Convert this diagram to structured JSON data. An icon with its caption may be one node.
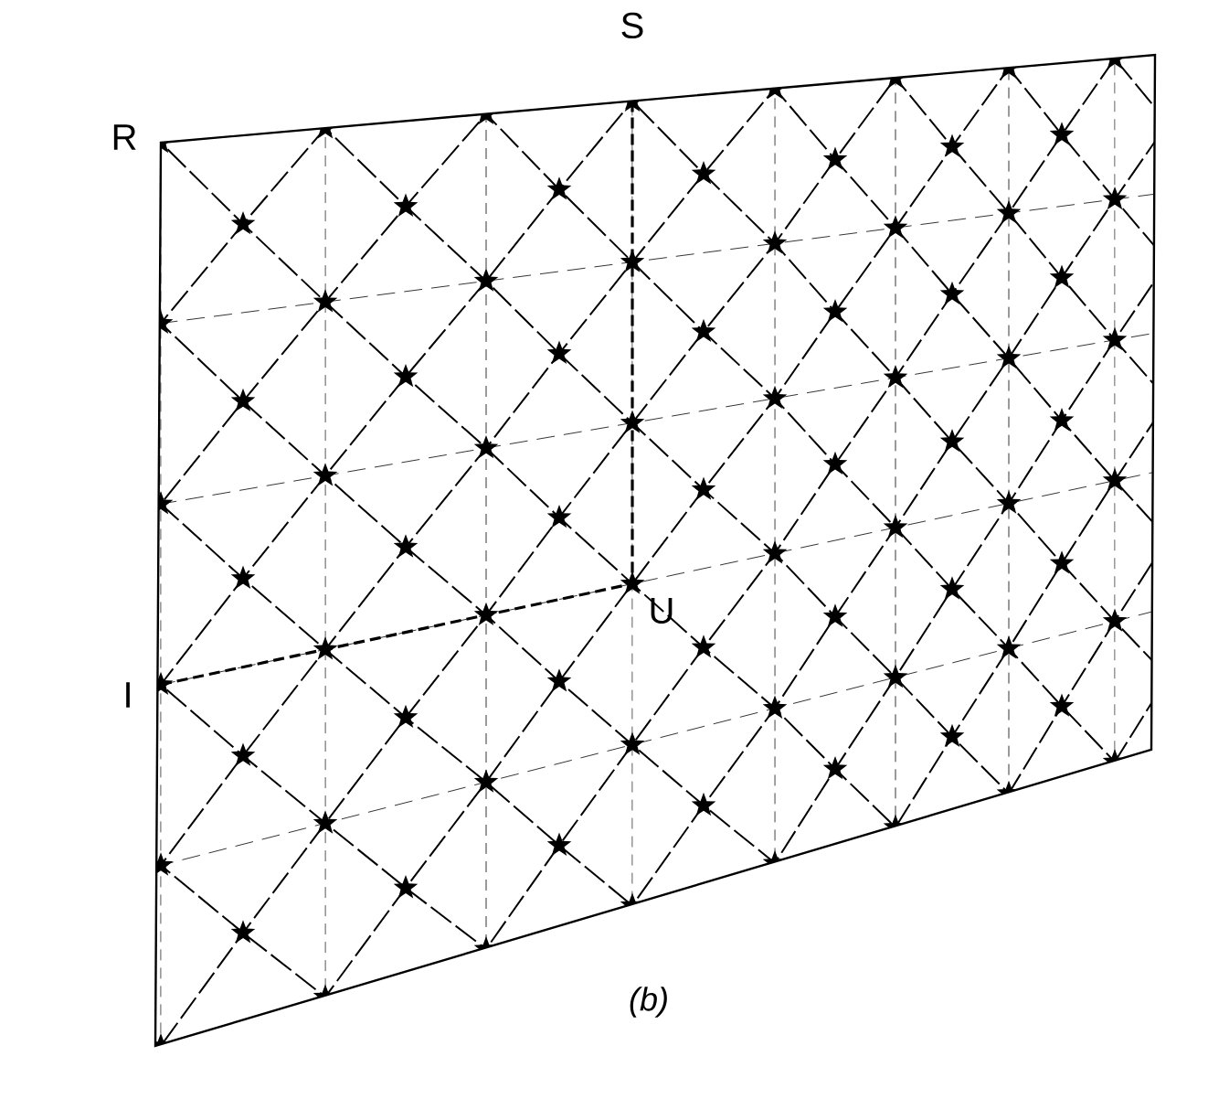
{
  "diagram": {
    "caption": "(b)",
    "labels": [
      "R",
      "S",
      "I",
      "U"
    ]
  }
}
